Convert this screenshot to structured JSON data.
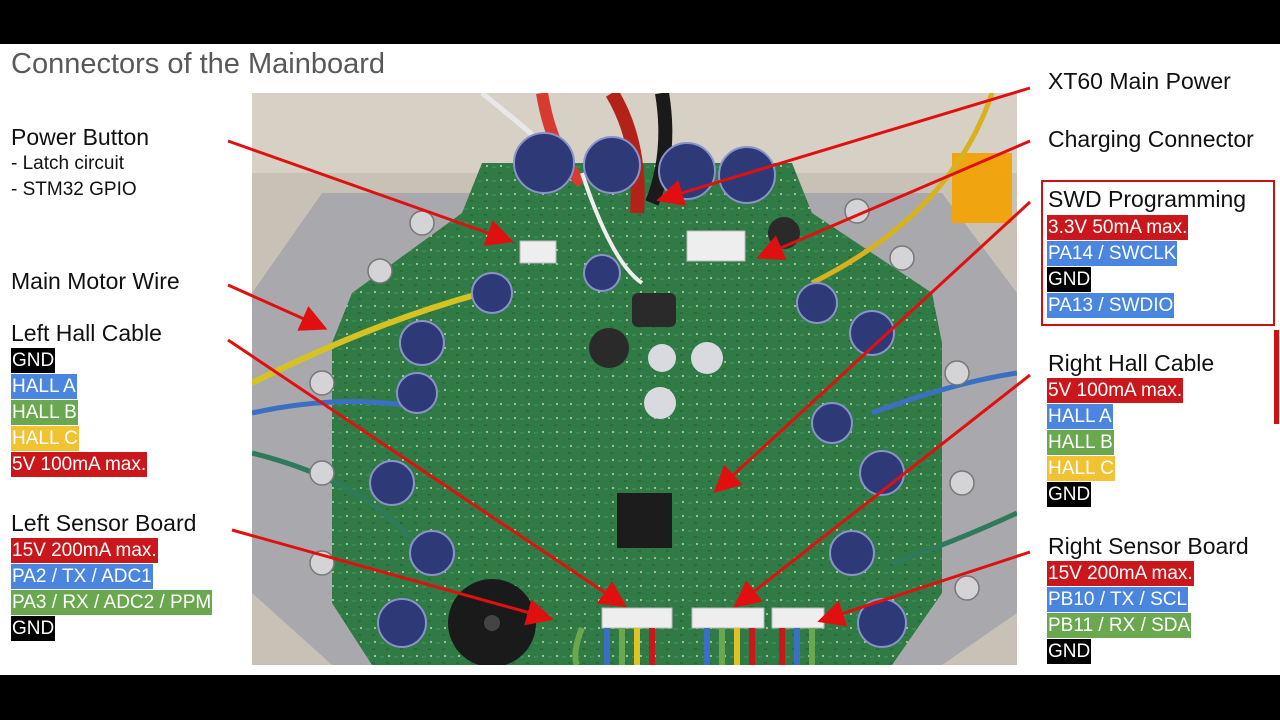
{
  "title": "Connectors of the Mainboard",
  "left": {
    "power_button": {
      "title": "Power Button",
      "notes": [
        "- Latch circuit",
        "- STM32 GPIO"
      ]
    },
    "main_motor_wire": {
      "title": "Main Motor Wire"
    },
    "left_hall_cable": {
      "title": "Left Hall Cable",
      "pins": [
        "GND",
        "HALL A",
        "HALL B",
        "HALL C",
        "5V 100mA max."
      ]
    },
    "left_sensor_board": {
      "title": "Left Sensor Board",
      "pins": [
        "15V 200mA max.",
        "PA2 / TX  / ADC1",
        "PA3 / RX / ADC2 / PPM",
        "GND"
      ]
    }
  },
  "right": {
    "xt60": {
      "title": "XT60 Main Power"
    },
    "charging": {
      "title": "Charging Connector"
    },
    "swd": {
      "title": "SWD Programming",
      "pins": [
        "3.3V 50mA max.",
        "PA14 / SWCLK",
        "GND",
        "PA13 / SWDIO"
      ]
    },
    "right_hall_cable": {
      "title": "Right Hall Cable",
      "pins": [
        "5V 100mA max.",
        "HALL A",
        "HALL B",
        "HALL C",
        "GND"
      ]
    },
    "right_sensor_board": {
      "title": "Right Sensor Board",
      "pins": [
        "15V 200mA max.",
        "PB10 / TX  / SCL",
        "PB11 / RX / SDA",
        "GND"
      ]
    }
  },
  "colors": {
    "red": "#c9171c",
    "blue": "#4a86e0",
    "green": "#6aa84f",
    "yellow": "#f1c232",
    "black": "#000000",
    "arrow": "#e01010"
  }
}
